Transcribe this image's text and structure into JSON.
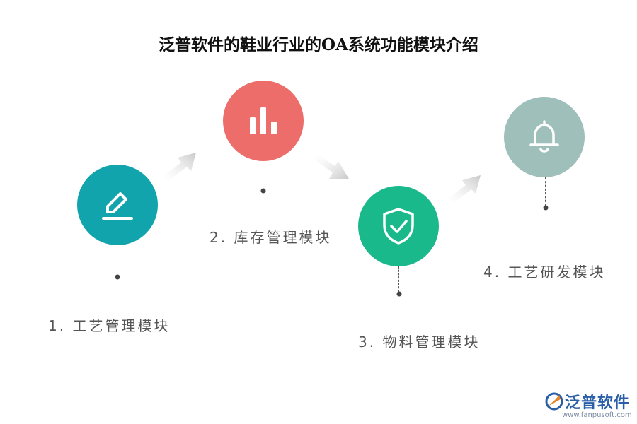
{
  "title": "泛普软件的鞋业行业的OA系统功能模块介绍",
  "steps": [
    {
      "label": "1. 工艺管理模块",
      "color": "#12a4ad",
      "icon": "pencil-edit-icon"
    },
    {
      "label": "2. 库存管理模块",
      "color": "#ec6d6a",
      "icon": "bar-chart-icon"
    },
    {
      "label": "3. 物料管理模块",
      "color": "#1ab98c",
      "icon": "shield-check-icon"
    },
    {
      "label": "4. 工艺研发模块",
      "color": "#9ebfba",
      "icon": "bell-icon"
    }
  ],
  "logo": {
    "name": "泛普软件",
    "url": "www.fanpusoft.com"
  }
}
